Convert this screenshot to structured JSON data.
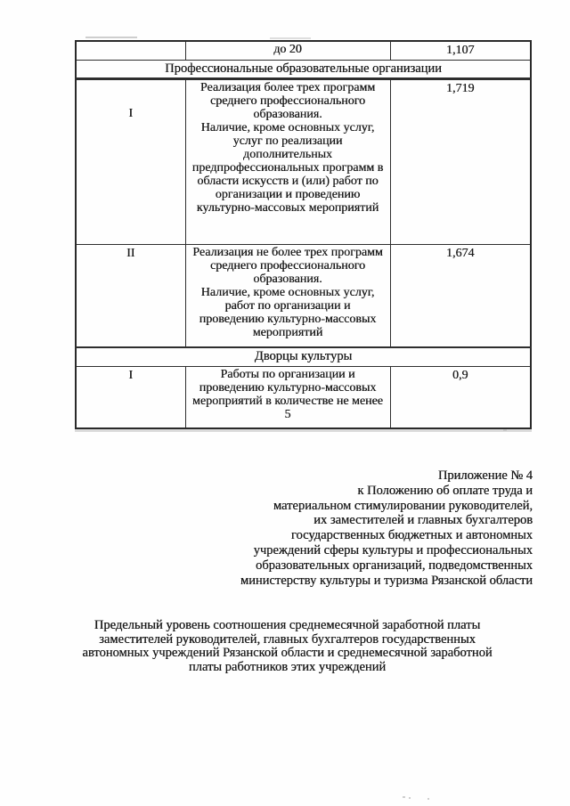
{
  "colors": {
    "ink": "#1b1b1b",
    "paper": "#fefefe",
    "border": "#2e2e2e"
  },
  "table": {
    "rows": {
      "r1": {
        "num": "",
        "desc": "до 20",
        "value": "1,107"
      },
      "r2": {
        "label": "Профессиональные образовательные организации"
      },
      "r3": {
        "num": "I",
        "desc": [
          "Реализация более трех программ среднего профессионального образования.",
          "Наличие, кроме основных услуг, услуг по реализации дополнительных предпрофессиональных программ в области искусств и (или) работ по организации и проведению культурно-массовых мероприятий"
        ],
        "value": "1,719"
      },
      "r4": {
        "num": "II",
        "desc": [
          "Реализация не более трех программ среднего профессионального образования.",
          "Наличие, кроме основных услуг, работ по организации и проведению культурно-массовых мероприятий"
        ],
        "value": "1,674"
      },
      "r5": {
        "label": "Дворцы культуры"
      },
      "r6": {
        "num": "I",
        "desc": "Работы по организации и проведению культурно-массовых мероприятий в количестве не менее 5",
        "value": "0,9"
      }
    }
  },
  "appendix_block": {
    "lines": [
      "Приложение № 4",
      "к Положению  об оплате труда и",
      "материальном стимулировании руководителей,",
      "их заместителей и главных бухгалтеров",
      "государственных бюджетных и автономных",
      "учреждений сферы культуры и профессиональных",
      "образовательных организаций, подведомственных",
      "министерству культуры и туризма Рязанской области"
    ]
  },
  "title_block": {
    "lines": [
      "Предельный уровень соотношения среднемесячной заработной платы",
      "заместителей руководителей, главных бухгалтеров государственных",
      "автономных  учреждений Рязанской области и среднемесячной заработной",
      "платы работников этих учреждений"
    ]
  }
}
